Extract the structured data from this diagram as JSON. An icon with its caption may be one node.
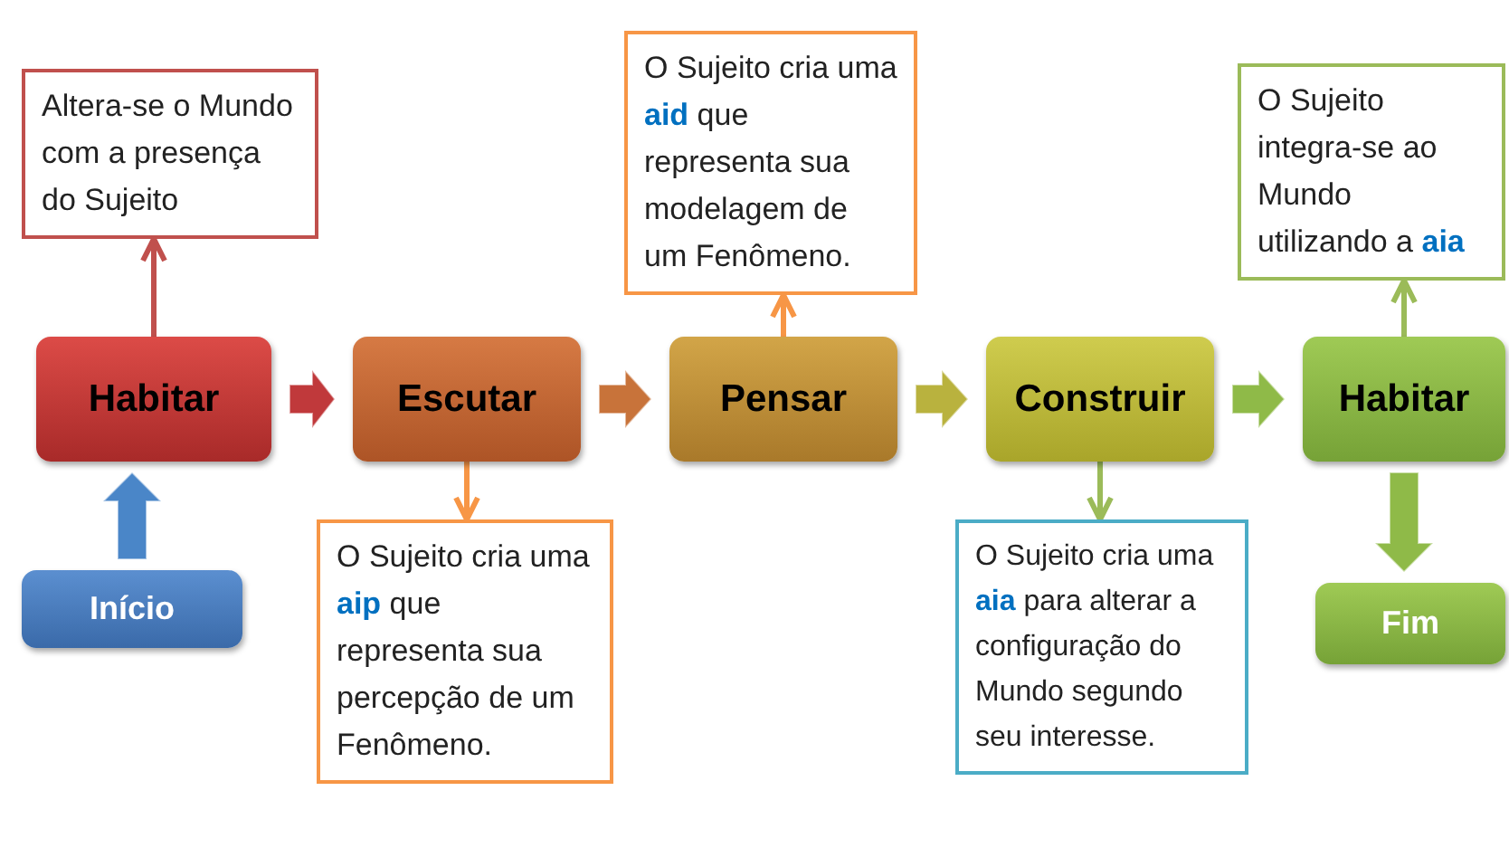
{
  "diagram": {
    "nodes": [
      {
        "text": [
          "Habitar"
        ]
      },
      {
        "text": [
          "Escutar"
        ]
      },
      {
        "text": [
          "Pensar"
        ]
      },
      {
        "text": [
          "Construir"
        ]
      },
      {
        "text": [
          "Habitar"
        ]
      },
      {
        "text": [
          "Início"
        ]
      },
      {
        "text": [
          "Fim"
        ]
      },
      {
        "text": [
          "Altera-se o Mundo com a presença do Sujeito"
        ]
      },
      {
        "text": [
          "O Sujeito cria uma **aip** que representa sua percepção de um Fenômeno."
        ]
      },
      {
        "text": [
          "O Sujeito cria uma **aid** que representa sua modelagem de um Fenômeno."
        ]
      },
      {
        "text": [
          "O Sujeito cria uma **aia** para alterar a configuração do Mundo segundo seu interesse."
        ]
      },
      {
        "text": [
          "O Sujeito integra-se ao Mundo utilizando a **aia**"
        ]
      }
    ],
    "edges": [
      {
        "from": 0,
        "to": 1,
        "arrow": "to",
        "style": "thick",
        "color": "#c0393b"
      },
      {
        "from": 1,
        "to": 2,
        "arrow": "to",
        "style": "thick",
        "color": "#c8733a"
      },
      {
        "from": 2,
        "to": 3,
        "arrow": "to",
        "style": "thick",
        "color": "#b9b23e"
      },
      {
        "from": 3,
        "to": 4,
        "arrow": "to",
        "style": "thick",
        "color": "#8fba48"
      },
      {
        "from": 5,
        "to": 0,
        "arrow": "to",
        "style": "thick",
        "color": "#4a86c8"
      },
      {
        "from": 4,
        "to": 6,
        "arrow": "to",
        "style": "thick",
        "color": "#8fba48"
      },
      {
        "from": 0,
        "to": 7,
        "arrow": "to",
        "color": "#c0504d"
      },
      {
        "from": 1,
        "to": 8,
        "arrow": "to",
        "color": "#f79646"
      },
      {
        "from": 2,
        "to": 9,
        "arrow": "to",
        "color": "#f79646"
      },
      {
        "from": 3,
        "to": 10,
        "arrow": "to",
        "color": "#9bbb59"
      },
      {
        "from": 4,
        "to": 11,
        "arrow": "to",
        "color": "#9bbb59"
      }
    ]
  }
}
